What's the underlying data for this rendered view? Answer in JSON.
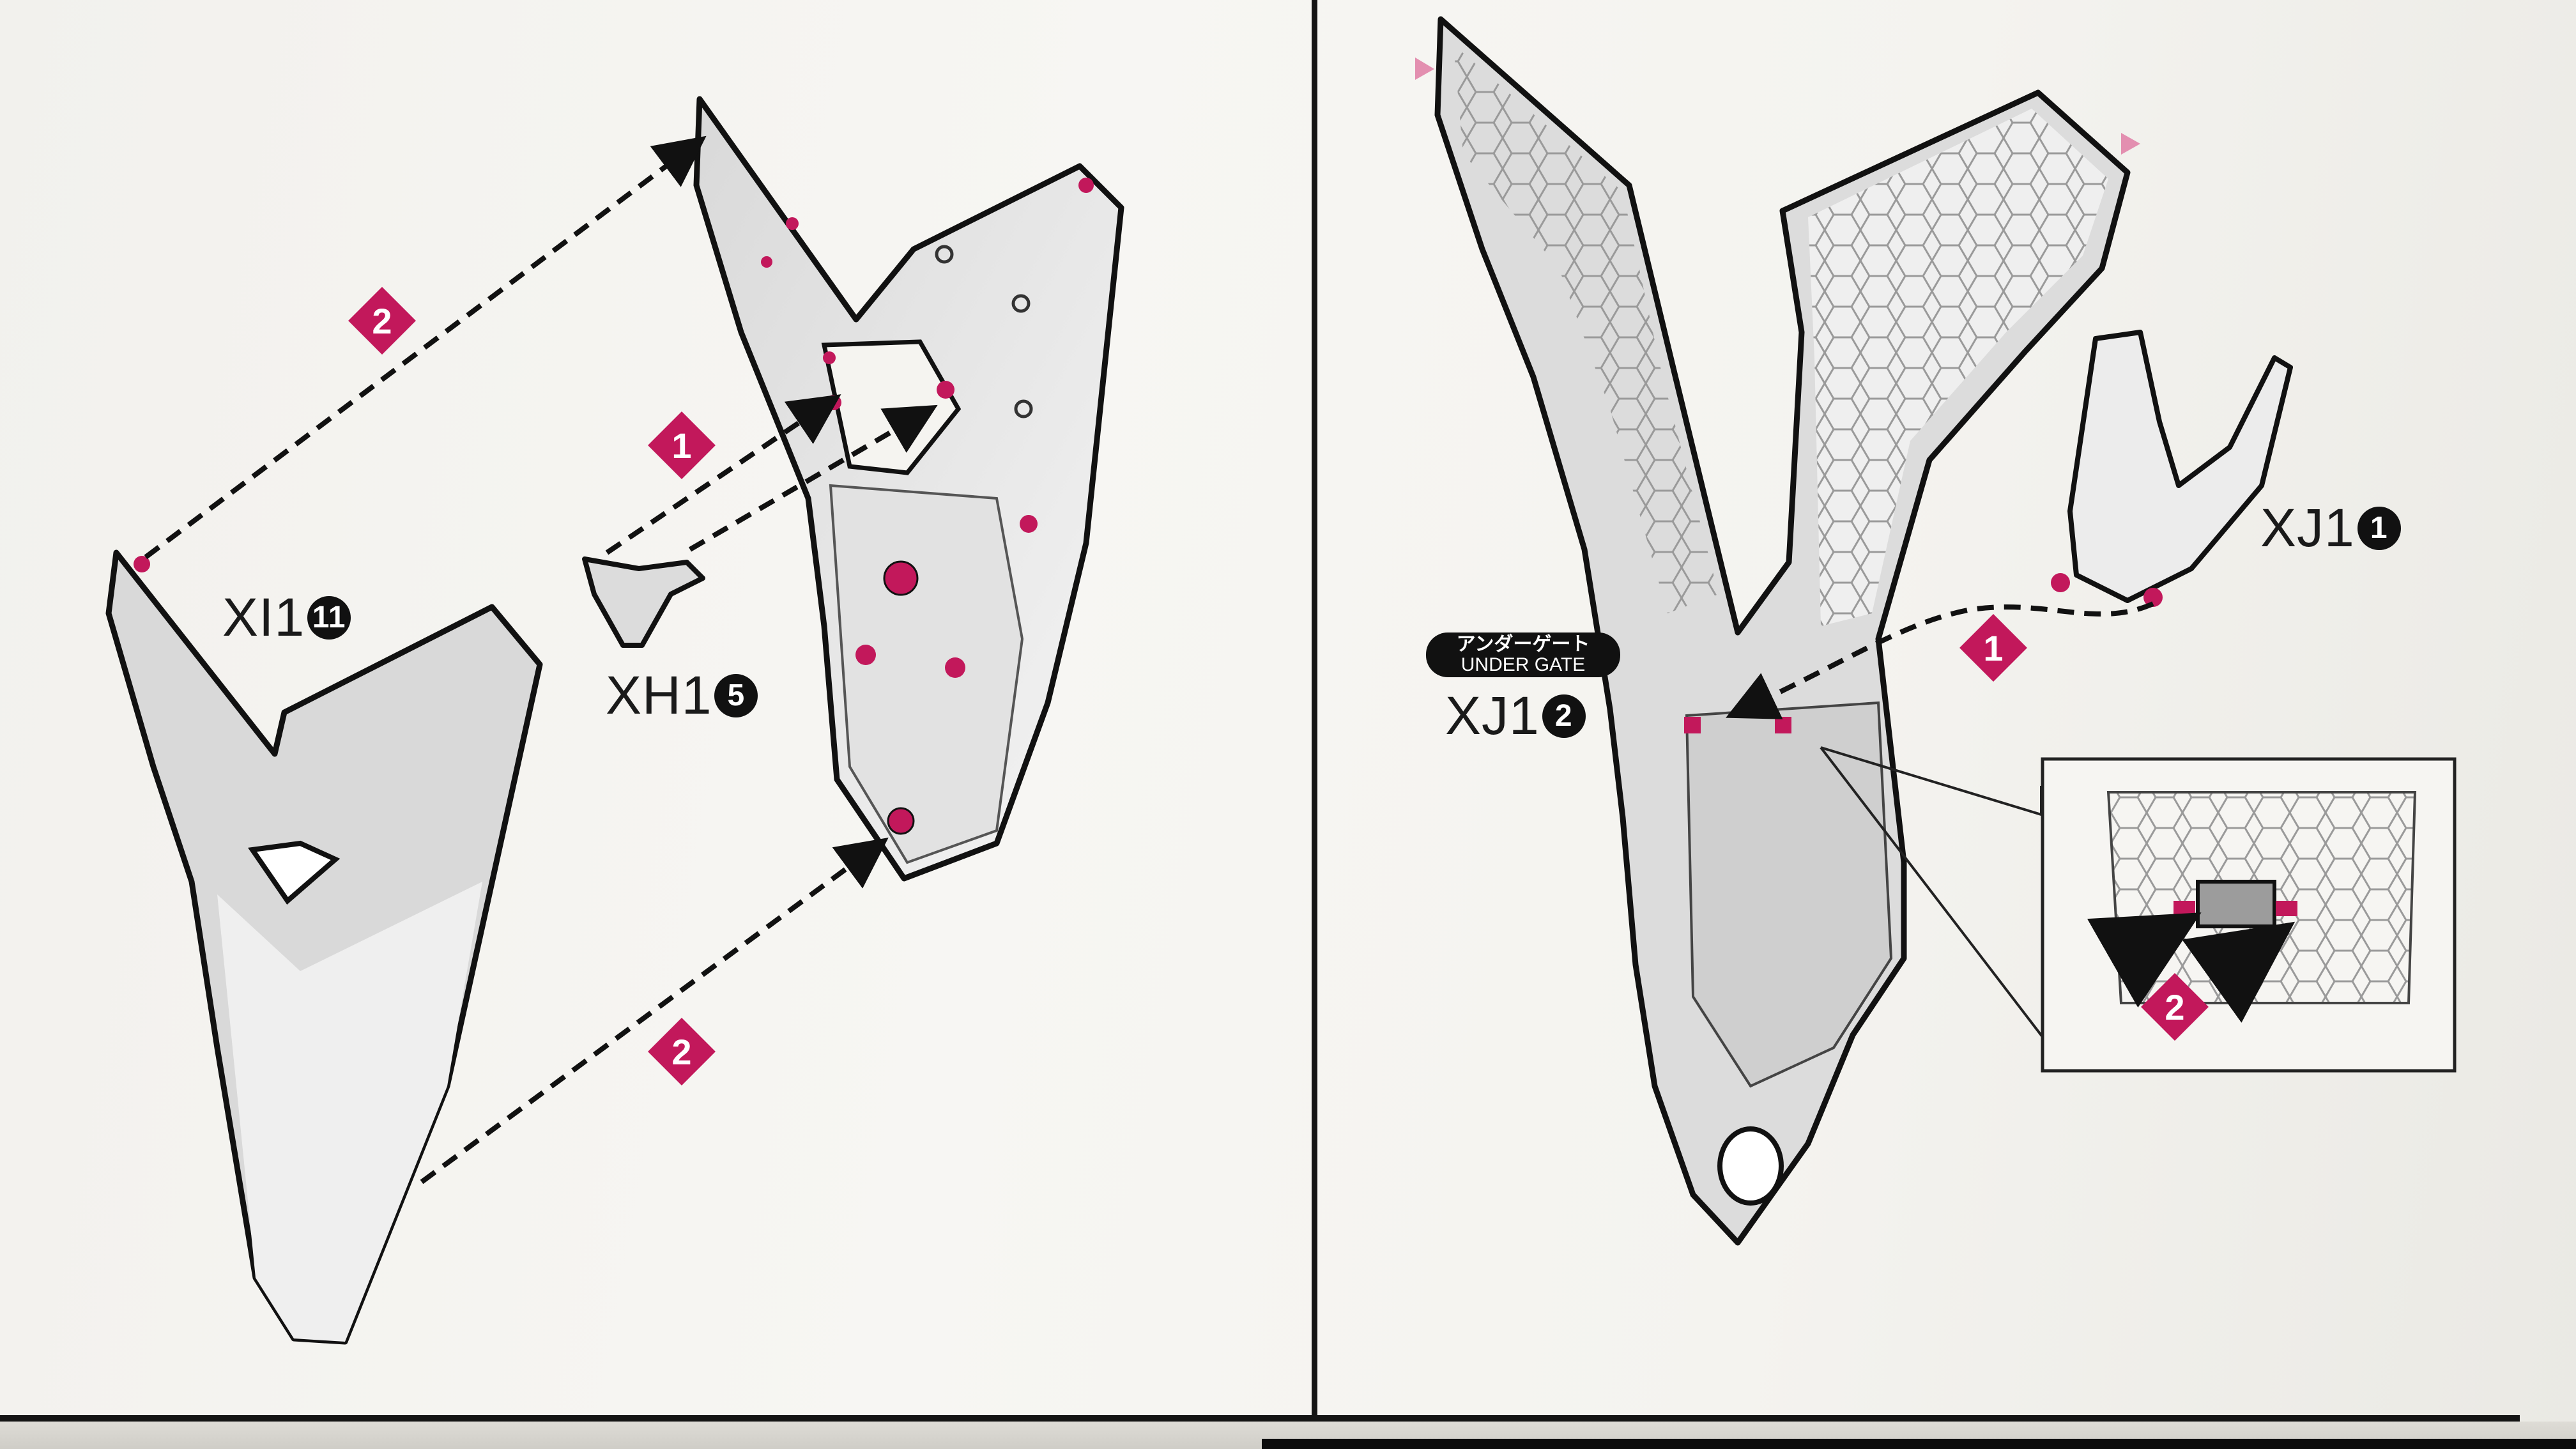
{
  "left_panel": {
    "parts": [
      {
        "code": "XI1",
        "number": "11"
      },
      {
        "code": "XH1",
        "number": "5"
      }
    ],
    "steps": [
      "2",
      "1",
      "2"
    ]
  },
  "right_panel": {
    "parts": [
      {
        "code": "XJ1",
        "number": "1"
      },
      {
        "code": "XJ1",
        "number": "2"
      }
    ],
    "gate_label": {
      "jp": "アンダーゲート",
      "en": "UNDER GATE"
    },
    "steps": [
      "1",
      "2"
    ]
  },
  "colors": {
    "accent": "#c2185b",
    "ink": "#141414",
    "part_fill": "#e6e6e6"
  }
}
